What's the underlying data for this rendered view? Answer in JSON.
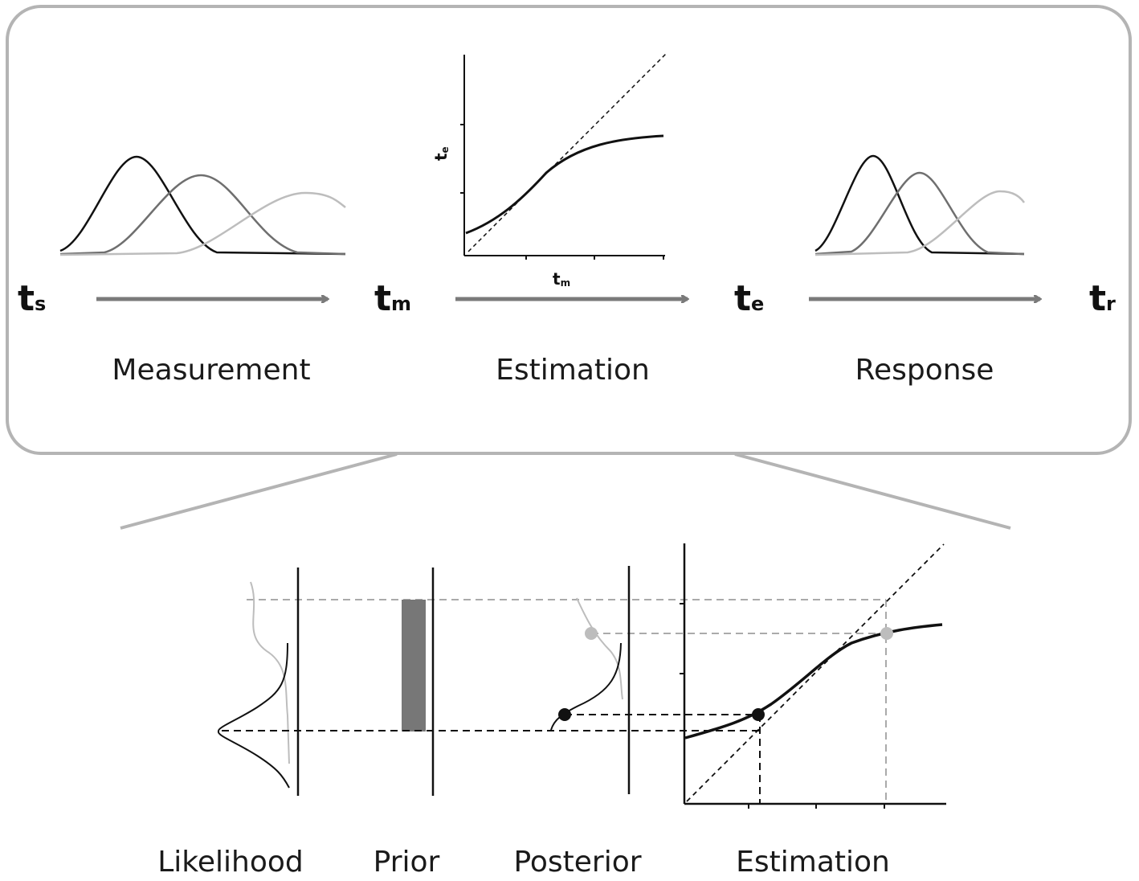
{
  "top_panel": {
    "variables": [
      {
        "main": "t",
        "sub": "s"
      },
      {
        "main": "t",
        "sub": "m"
      },
      {
        "main": "t",
        "sub": "e"
      },
      {
        "main": "t",
        "sub": "r"
      }
    ],
    "stages": [
      "Measurement",
      "Estimation",
      "Response"
    ],
    "estimation_plot": {
      "xlabel": {
        "main": "t",
        "sub": "m"
      },
      "ylabel": {
        "main": "t",
        "sub": "e"
      }
    }
  },
  "bottom_panel": {
    "stages": [
      "Likelihood",
      "Prior",
      "Posterior",
      "Estimation"
    ]
  },
  "colors": {
    "border": "#b4b4b4",
    "arrow": "#7a7a7a",
    "curve_dark": "#111111",
    "curve_mid": "#6f6f6f",
    "curve_light": "#bdbdbd",
    "prior_bar": "#777777"
  }
}
